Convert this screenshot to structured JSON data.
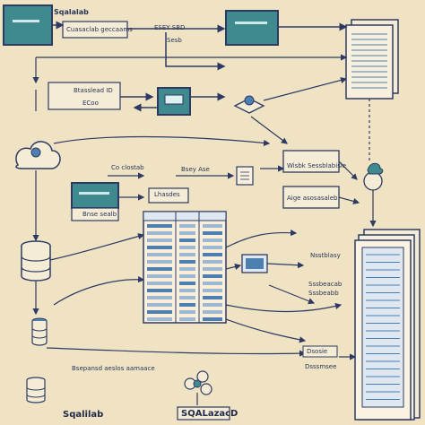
{
  "labels": {
    "top_left": "Sqalalab",
    "top_mid": "Cuasaclab geccaams",
    "top_right": "ESEY SBD",
    "top_right_sub": "Sesb",
    "mid_left_1": "Btasslead ID",
    "mid_left_2": "ECoo",
    "mid_center_1": "Co clostab",
    "mid_center_2": "Bsey Ase",
    "right_1": "Wisbk Sessblabisie",
    "right_2": "Aige asosasaleb",
    "left_box_label": "Bnse sealb",
    "center_label": "Lhasdes",
    "right_3": "Nsstblasy",
    "right_4": "Sssbeacab",
    "right_5": "Sssbeabb",
    "bottom_mid": "Bsepansd aeslos aamaace",
    "bottom_right_1": "Dsosie",
    "bottom_right_2": "Dsssmsee",
    "footer_left": "Sqalilab",
    "footer_center": "SQALazacD"
  },
  "colors": {
    "background": "#efe3c4",
    "line": "#2e3a63",
    "teal": "#3e8a8f",
    "accent_blue": "#4d7fb0"
  }
}
